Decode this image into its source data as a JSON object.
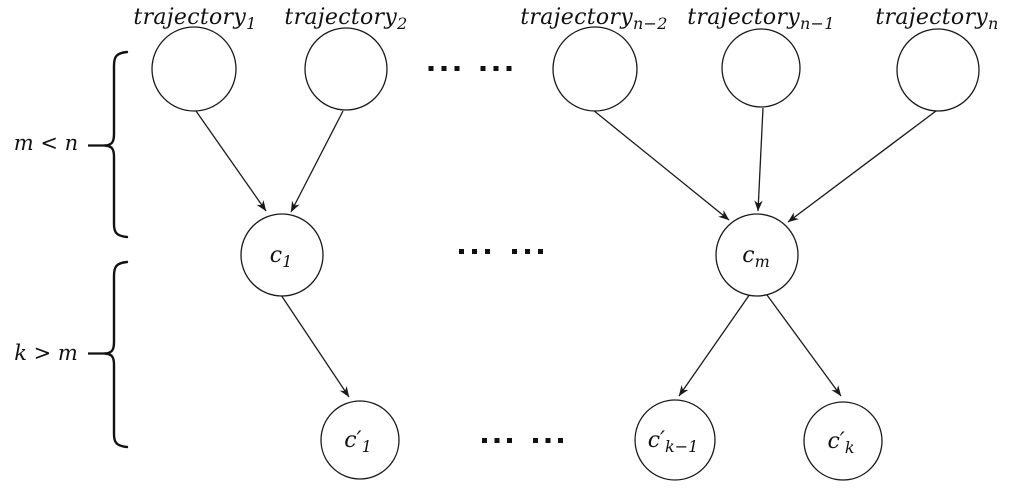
{
  "diagram": {
    "background_color": "#ffffff",
    "line_color": "#1a1a1a",
    "constraints": {
      "top": "m < n",
      "bottom": "k > m"
    },
    "trajectory_nodes": [
      {
        "base": "trajectory",
        "sub": "1"
      },
      {
        "base": "trajectory",
        "sub": "2"
      },
      {
        "base": "trajectory",
        "sub": "n−2"
      },
      {
        "base": "trajectory",
        "sub": "n−1"
      },
      {
        "base": "trajectory",
        "sub": "n"
      }
    ],
    "cluster_nodes": [
      {
        "base": "c",
        "sub": "1"
      },
      {
        "base": "c",
        "sub": "m"
      }
    ],
    "refined_cluster_nodes": [
      {
        "base": "c′",
        "sub": "1"
      },
      {
        "base": "c′",
        "sub": "k−1"
      },
      {
        "base": "c′",
        "sub": "k"
      }
    ],
    "ellipsis_text": "... ..."
  }
}
